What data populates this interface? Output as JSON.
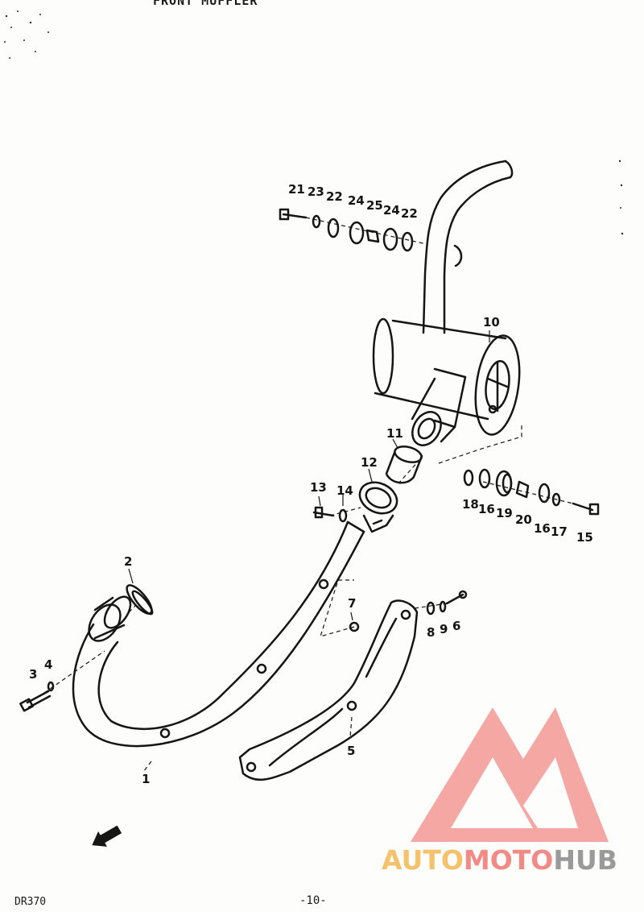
{
  "header": {
    "text": "FRONT MUFFLER"
  },
  "footer": {
    "model": "DR370",
    "page_number": "-10-"
  },
  "logo": {
    "words": [
      "AUTO",
      "MOTO",
      "HUB"
    ],
    "colors": {
      "word1": "#f4c26b",
      "word2": "#f28a86",
      "word3": "#9a9a9a",
      "mark": "#f28a86"
    }
  },
  "callouts": {
    "c1": "1",
    "c2": "2",
    "c3": "3",
    "c4": "4",
    "c5": "5",
    "c6": "6",
    "c7": "7",
    "c8": "8",
    "c9": "9",
    "c10": "10",
    "c11": "11",
    "c12": "12",
    "c13": "13",
    "c14": "14",
    "c15": "15",
    "c16a": "16",
    "c16b": "16",
    "c17": "17",
    "c18": "18",
    "c19": "19",
    "c20": "20",
    "c21": "21",
    "c22a": "22",
    "c22b": "22",
    "c23": "23",
    "c24a": "24",
    "c24b": "24",
    "c25": "25"
  },
  "icons": {
    "front_arrow": "front-direction-arrow-icon"
  }
}
